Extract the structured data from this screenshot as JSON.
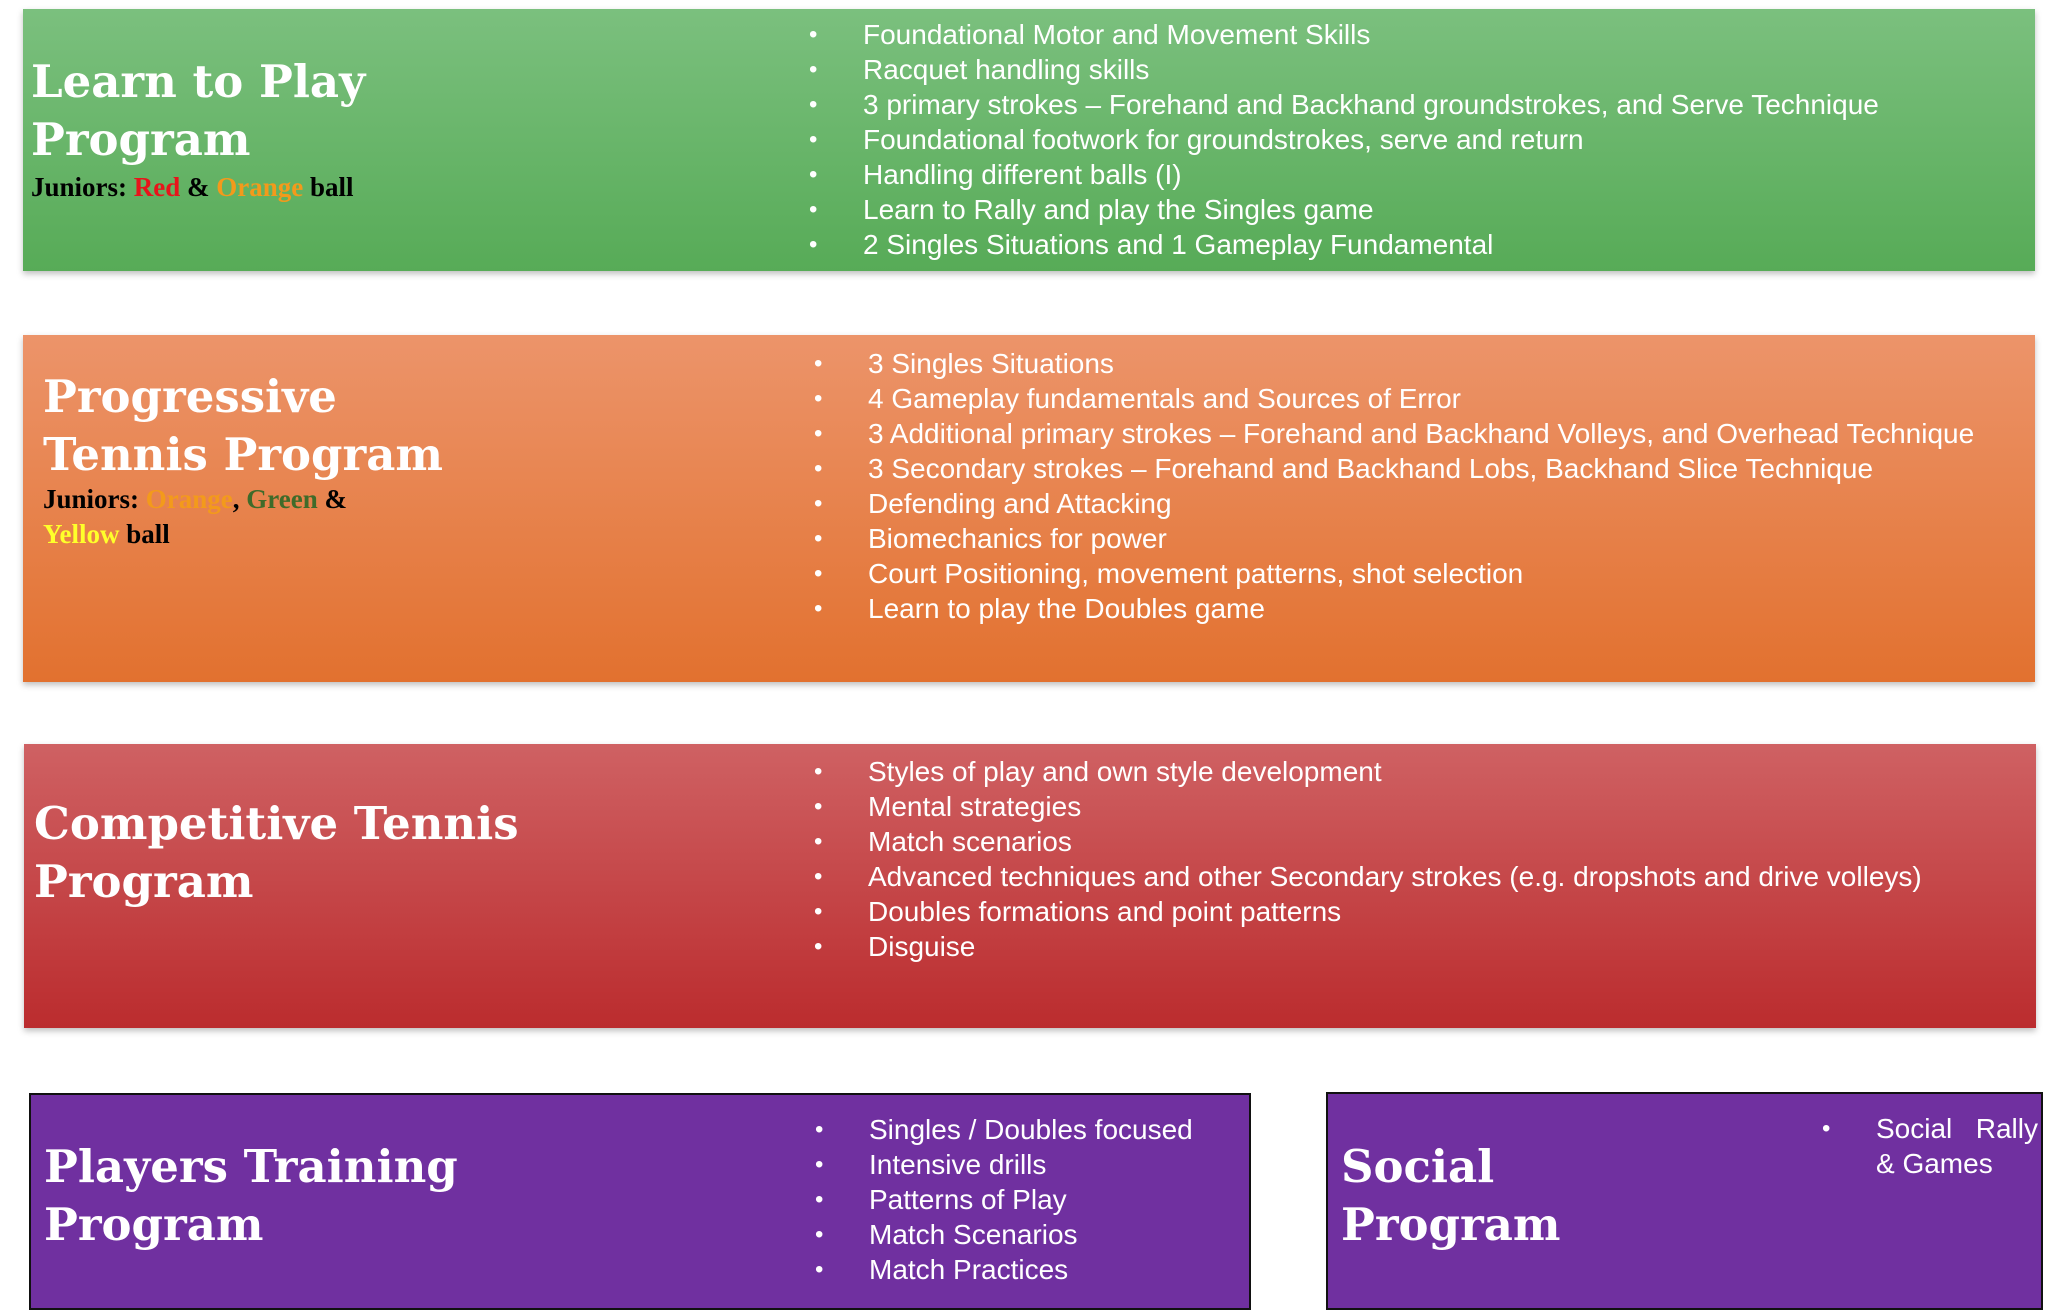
{
  "programs": [
    {
      "title_line1": "Learn to Play",
      "title_line2": "Program",
      "juniors": {
        "label": "Juniors:",
        "c1": "Red",
        "sep1": "&",
        "c2": "Orange",
        "tail": "ball"
      },
      "bullets": [
        "Foundational Motor and Movement Skills",
        "Racquet handling skills",
        "3 primary strokes – Forehand and Backhand groundstrokes, and Serve Technique",
        "Foundational footwork for groundstrokes, serve and return",
        "Handling different balls (I)",
        "Learn to Rally and play the Singles game",
        "2 Singles Situations and 1 Gameplay Fundamental"
      ]
    },
    {
      "title_line1": "Progressive",
      "title_line2": "Tennis Program",
      "juniors": {
        "label": "Juniors:",
        "c1": "Orange",
        "sep1": ",",
        "c2": "Green",
        "sep2": "&",
        "c3": "Yellow",
        "tail": "ball"
      },
      "bullets": [
        "3 Singles Situations",
        "4 Gameplay fundamentals and Sources of Error",
        "3 Additional primary strokes – Forehand and Backhand Volleys, and Overhead Technique",
        "3 Secondary strokes – Forehand and Backhand Lobs, Backhand Slice Technique",
        "Defending and Attacking",
        "Biomechanics for power",
        "Court Positioning, movement patterns, shot selection",
        "Learn to play the Doubles game"
      ]
    },
    {
      "title_line1": "Competitive Tennis",
      "title_line2": "Program",
      "bullets": [
        "Styles of play and own style development",
        "Mental strategies",
        "Match scenarios",
        "Advanced techniques and other Secondary strokes (e.g. dropshots and drive volleys)",
        "Doubles formations and point patterns",
        "Disguise"
      ]
    },
    {
      "title_line1": "Players Training",
      "title_line2": "Program",
      "bullets": [
        "Singles / Doubles focused",
        "Intensive drills",
        "Patterns of Play",
        "Match Scenarios",
        "Match Practices"
      ]
    },
    {
      "title_line1": "Social",
      "title_line2": "Program",
      "bullets": [
        "Social Rally & Games"
      ]
    }
  ],
  "colors": {
    "learn": "#6bb86c",
    "progressive": "#e8813f",
    "competitive": "#c4474a",
    "purple": "#7030a0",
    "ball_red": "#e8141b",
    "ball_orange": "#f39a1b",
    "ball_green": "#3f6b2a",
    "ball_yellow": "#ffff2a"
  }
}
